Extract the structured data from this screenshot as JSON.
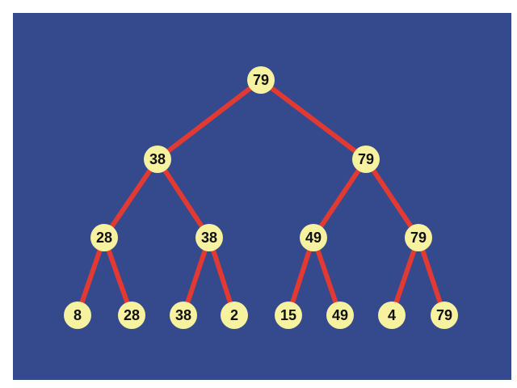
{
  "colors": {
    "background": "#344A8C",
    "edge": "#E23A33",
    "node_fill": "#F7F2A0",
    "node_text": "#111111"
  },
  "tree": {
    "levels": [
      [
        "79"
      ],
      [
        "38",
        "79"
      ],
      [
        "28",
        "38",
        "49",
        "79"
      ],
      [
        "8",
        "28",
        "38",
        "2",
        "15",
        "49",
        "4",
        "79"
      ]
    ]
  }
}
